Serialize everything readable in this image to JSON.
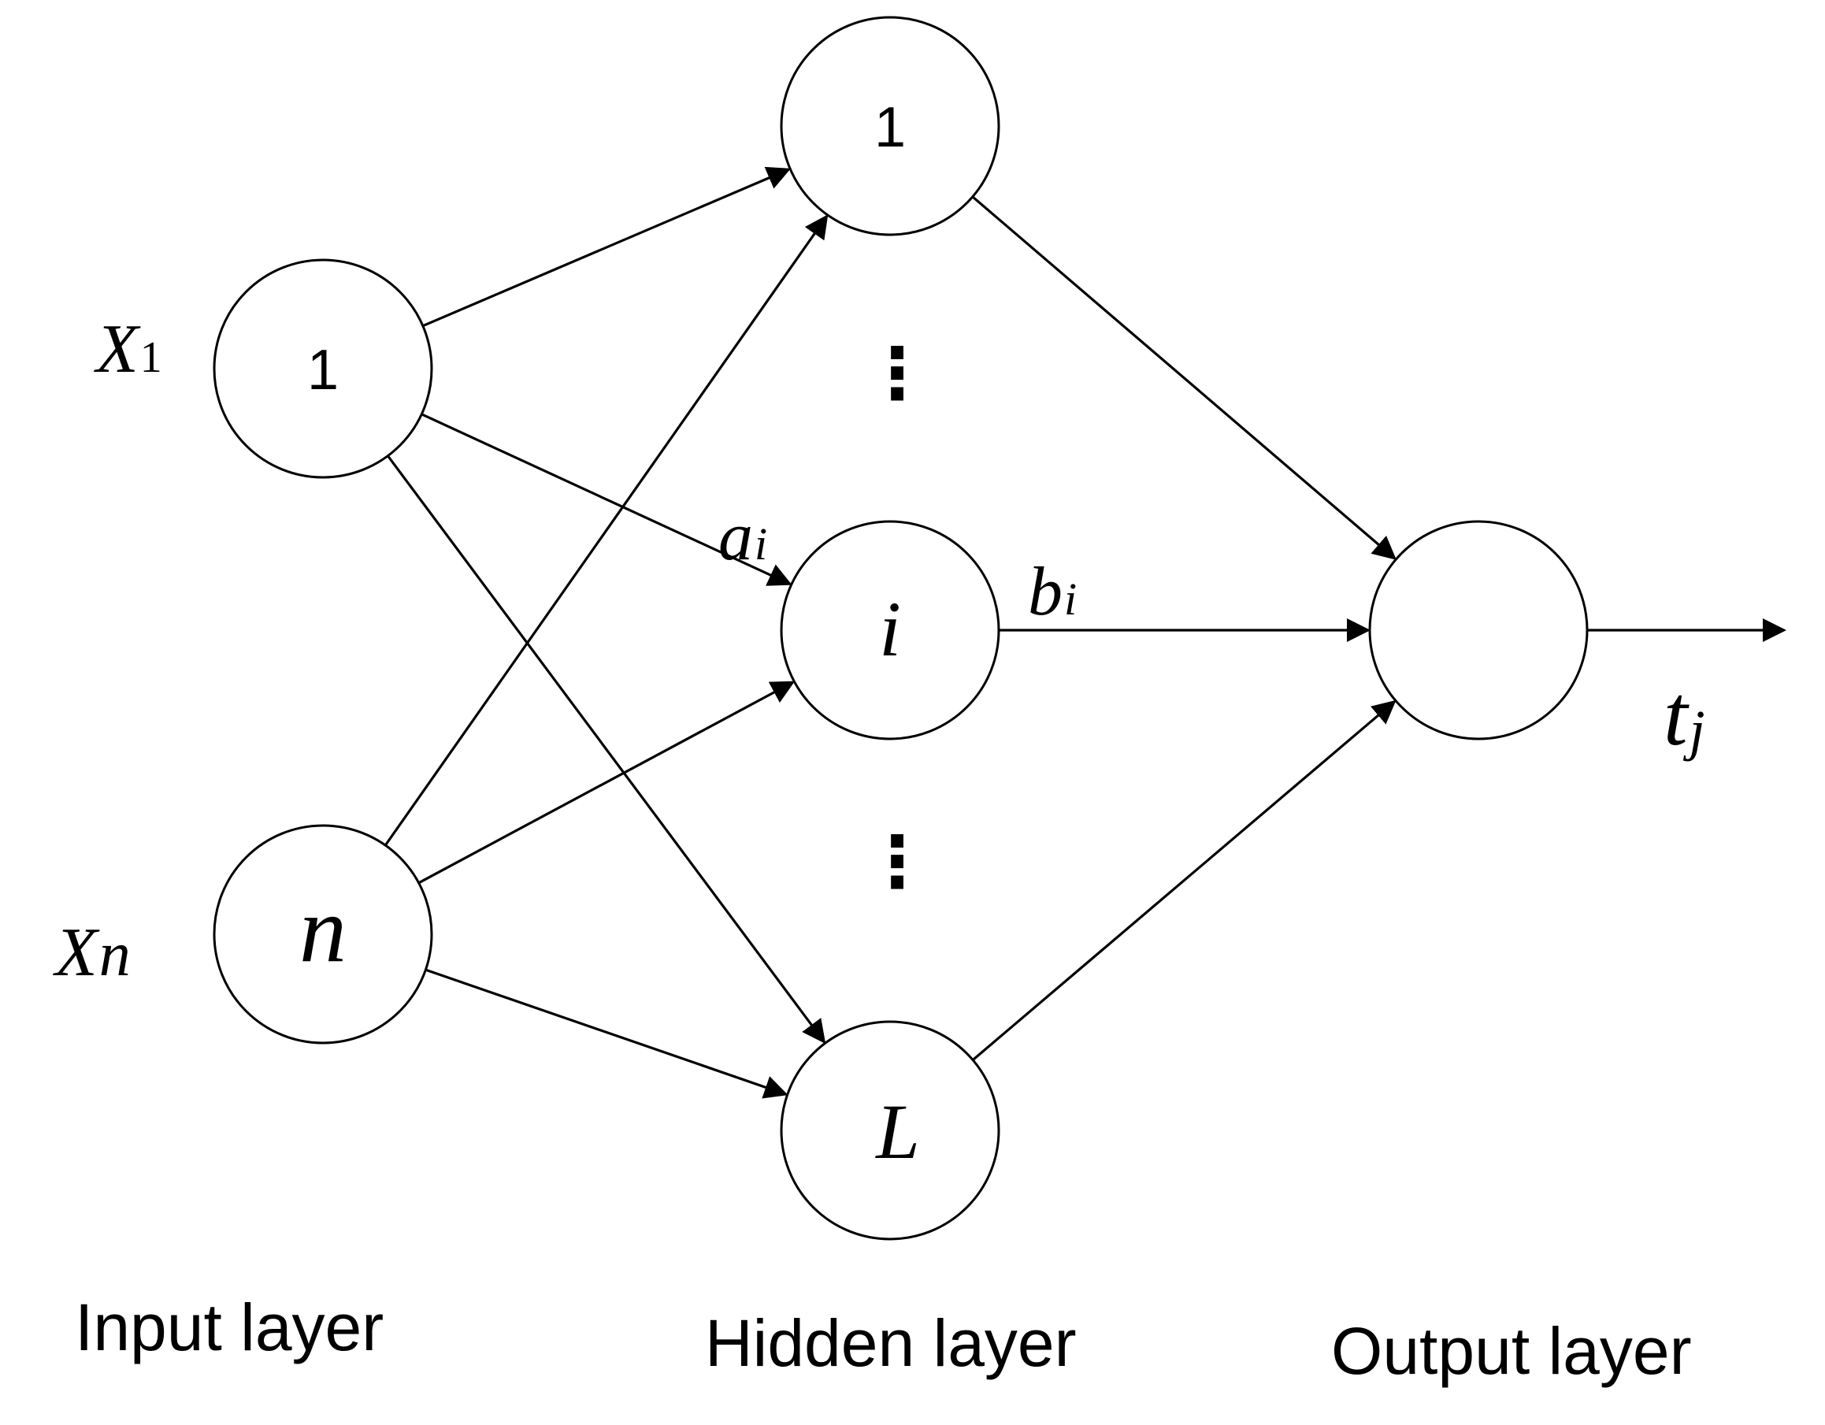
{
  "diagram": {
    "input_nodes": [
      {
        "id": "input-1",
        "label": "1",
        "input_var": "X",
        "input_sub": "1"
      },
      {
        "id": "input-n",
        "label": "n",
        "input_var": "X",
        "input_sub": "n"
      }
    ],
    "hidden_nodes": [
      {
        "id": "hidden-1",
        "label": "1"
      },
      {
        "id": "hidden-i",
        "label": "i"
      },
      {
        "id": "hidden-L",
        "label": "L"
      }
    ],
    "output_node": {
      "id": "output",
      "label": ""
    },
    "ellipsis": "⋮",
    "weight_labels": {
      "input_weight": {
        "var": "a",
        "sub": "i"
      },
      "output_weight": {
        "var": "b",
        "sub": "i"
      }
    },
    "output_label": {
      "var": "t",
      "sub": "j"
    },
    "layer_labels": {
      "input": "Input layer",
      "hidden": "Hidden layer",
      "output": "Output layer"
    },
    "edges": [
      [
        "input-1",
        "hidden-1"
      ],
      [
        "input-1",
        "hidden-i"
      ],
      [
        "input-1",
        "hidden-L"
      ],
      [
        "input-n",
        "hidden-1"
      ],
      [
        "input-n",
        "hidden-i"
      ],
      [
        "input-n",
        "hidden-L"
      ],
      [
        "hidden-1",
        "output"
      ],
      [
        "hidden-i",
        "output"
      ],
      [
        "hidden-L",
        "output"
      ]
    ]
  }
}
